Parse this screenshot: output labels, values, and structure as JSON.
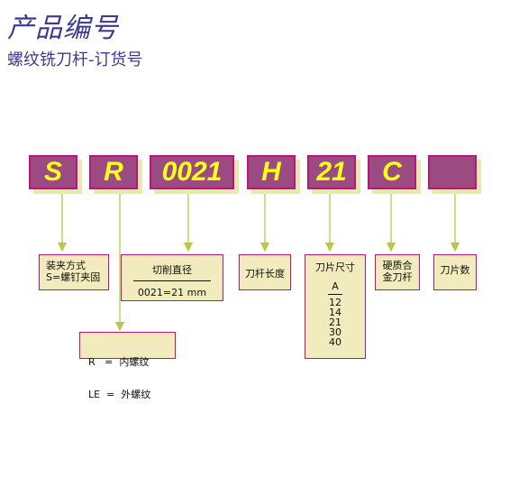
{
  "header": {
    "title": "产品编号",
    "subtitle": "螺纹铣刀杆-订货号"
  },
  "codes": [
    "S",
    "R",
    "0021",
    "H",
    "21",
    "C",
    ""
  ],
  "boxes": {
    "clamp": {
      "line1": "装夹方式",
      "line2": "S=螺钉夹固"
    },
    "diameter": {
      "label": "切削直径",
      "example": "0021=21 mm"
    },
    "thread": {
      "row1": "R   =  内螺纹",
      "row2": "LE  =  外螺纹"
    },
    "length": {
      "label": "刀杆长度"
    },
    "insert_size": {
      "label": "刀片尺寸",
      "header": "A",
      "values": [
        "12",
        "14",
        "21",
        "30",
        "40"
      ]
    },
    "material": {
      "line1": "硬质合",
      "line2": "金刀杆"
    },
    "count": {
      "label": "刀片数"
    }
  },
  "colors": {
    "code_fill": "#9b4a82",
    "code_border": "#c0137a",
    "code_text": "#ffff1a",
    "box_fill": "#f2ebbe",
    "arrow": "#b8c844",
    "title": "#3d3a8e"
  }
}
